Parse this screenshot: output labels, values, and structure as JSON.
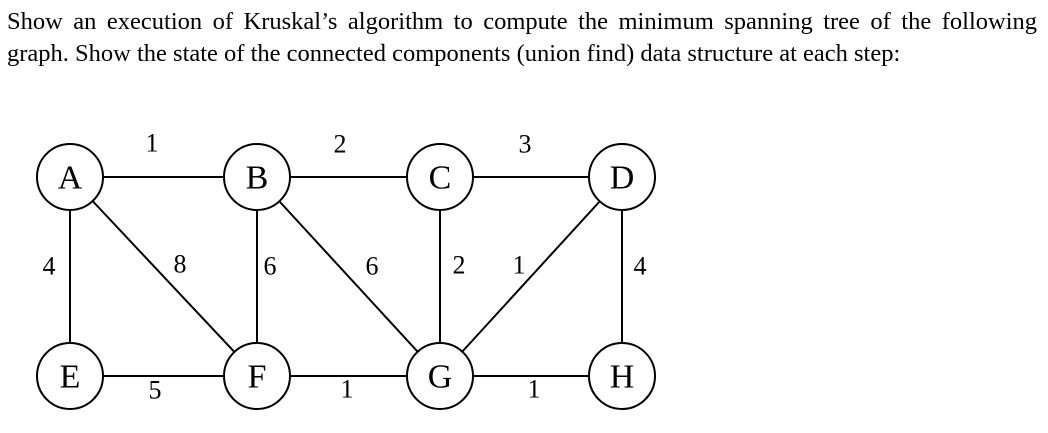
{
  "prompt": {
    "text": "Show an execution of Kruskal’s algorithm to compute the minimum spanning tree of the following graph. Show the state of the connected components (union find) data structure at each step:"
  },
  "graph": {
    "nodes": [
      {
        "id": "A",
        "label": "A"
      },
      {
        "id": "B",
        "label": "B"
      },
      {
        "id": "C",
        "label": "C"
      },
      {
        "id": "D",
        "label": "D"
      },
      {
        "id": "E",
        "label": "E"
      },
      {
        "id": "F",
        "label": "F"
      },
      {
        "id": "G",
        "label": "G"
      },
      {
        "id": "H",
        "label": "H"
      }
    ],
    "edges": [
      {
        "from": "A",
        "to": "B",
        "weight": "1"
      },
      {
        "from": "B",
        "to": "C",
        "weight": "2"
      },
      {
        "from": "C",
        "to": "D",
        "weight": "3"
      },
      {
        "from": "A",
        "to": "E",
        "weight": "4"
      },
      {
        "from": "A",
        "to": "F",
        "weight": "8"
      },
      {
        "from": "B",
        "to": "F",
        "weight": "6"
      },
      {
        "from": "B",
        "to": "G",
        "weight": "6"
      },
      {
        "from": "C",
        "to": "G",
        "weight": "2"
      },
      {
        "from": "D",
        "to": "G",
        "weight": "1"
      },
      {
        "from": "D",
        "to": "H",
        "weight": "4"
      },
      {
        "from": "E",
        "to": "F",
        "weight": "5"
      },
      {
        "from": "F",
        "to": "G",
        "weight": "1"
      },
      {
        "from": "G",
        "to": "H",
        "weight": "1"
      }
    ]
  }
}
